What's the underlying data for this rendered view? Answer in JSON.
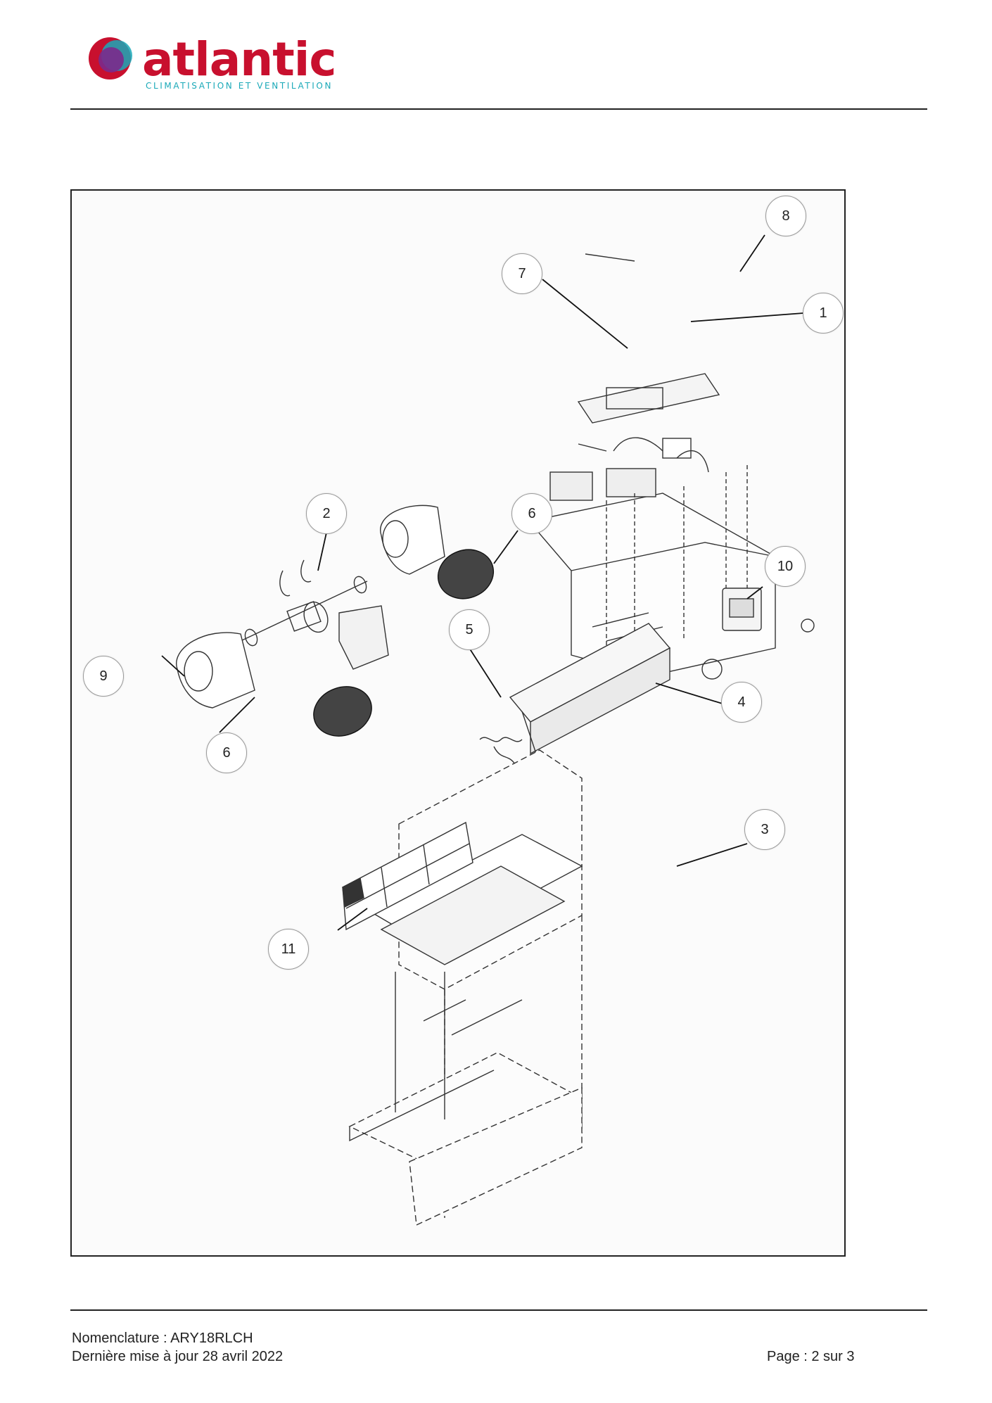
{
  "header": {
    "brand_name": "atlantic",
    "tagline": "CLIMATISATION ET VENTILATION"
  },
  "diagram": {
    "callouts": [
      "1",
      "2",
      "3",
      "4",
      "5",
      "6",
      "6",
      "7",
      "8",
      "9",
      "10",
      "11"
    ]
  },
  "footer": {
    "nomenclature": "Nomenclature : ARY18RLCH",
    "updated": "Dernière mise à jour 28 avril 2022",
    "page": "Page : 2 sur 3"
  },
  "colors": {
    "brand_red": "#c8102e",
    "brand_teal": "#1aa9b8",
    "logo_purple": "#7b2a8c"
  }
}
